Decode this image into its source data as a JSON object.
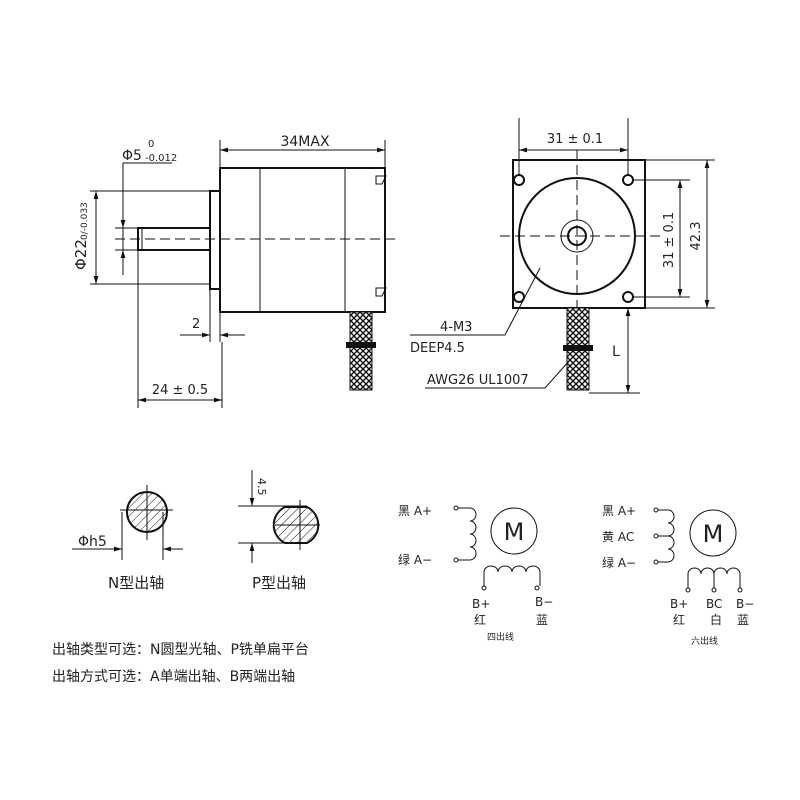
{
  "side_view": {
    "length_label": "34MAX",
    "shaft_dia_label": "Φ5",
    "shaft_tol_upper": "0",
    "shaft_tol_lower": "-0.012",
    "boss_dia_label": "Φ22",
    "boss_tol": "0/-0.033",
    "flange_thickness": "2",
    "shaft_length": "24 ± 0.5"
  },
  "front_view": {
    "hole_spacing_h": "31 ± 0.1",
    "hole_spacing_v": "31 ± 0.1",
    "body_size": "42.3",
    "hole_label": "4-M3",
    "hole_depth": "DEEP4.5",
    "cable_label": "AWG26  UL1007",
    "cable_length": "L"
  },
  "shaft_types": {
    "n_dim": "Φh5",
    "n_label": "N型出轴",
    "p_dim": "4.5",
    "p_label": "P型出轴"
  },
  "wiring_4": {
    "a_plus": "黑 A+",
    "a_minus": "绿 A−",
    "motor": "M",
    "b_plus": "B+",
    "b_plus_color": "红",
    "b_minus": "B−",
    "b_minus_color": "蓝",
    "caption": "四出线"
  },
  "wiring_6": {
    "a_plus": "黑 A+",
    "a_center": "黄 AC",
    "a_minus": "绿 A−",
    "motor": "M",
    "b_plus": "B+",
    "b_plus_color": "红",
    "b_center": "BC",
    "b_center_color": "白",
    "b_minus": "B−",
    "b_minus_color": "蓝",
    "caption": "六出线"
  },
  "notes": [
    "出轴类型可选：N圆型光轴、P铣单扁平台",
    "出轴方式可选：A单端出轴、B两端出轴"
  ]
}
